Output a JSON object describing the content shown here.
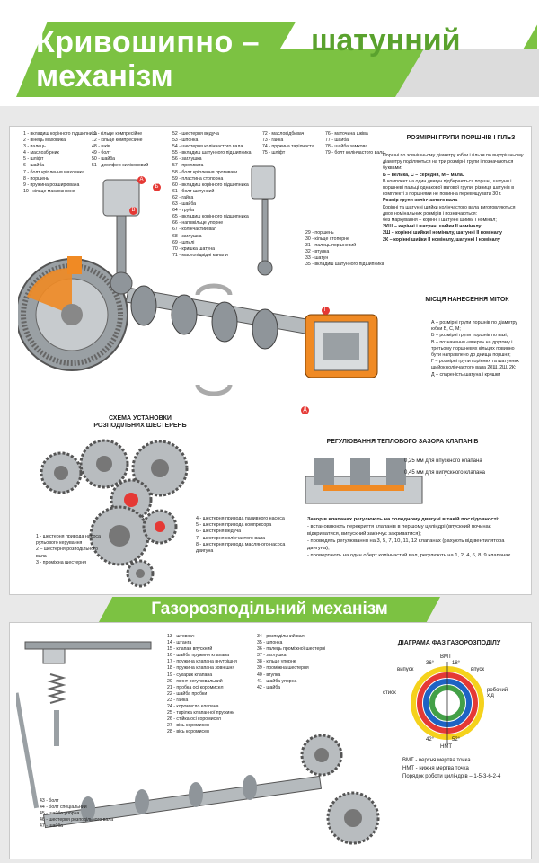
{
  "header": {
    "title_part1": "Кривошипно –",
    "title_part2": "шатунний",
    "title_part3": "механізм"
  },
  "section2_title": "Газорозподільний механізм",
  "crank_legend": {
    "col1": [
      "1 - вкладиш корінного підшипника",
      "2 - вінець маховика",
      "3 - палець",
      "4 - маслозбірник",
      "5 - шліфт",
      "6 - шайба",
      "7 - болт кріплення маховика",
      "8 - поршень",
      "9 - пружина розширювача",
      "10 - кільце маслознімне"
    ],
    "col2": [
      "11 - кільце компресійне",
      "12 - кільце компресійне",
      "48 - шків",
      "49 - болт",
      "50 - шайба",
      "51 - демпфер силіконовий"
    ],
    "col3": [
      "52 - шестерня ведуча",
      "53 - шпонка",
      "54 - шестерня колінчастого вала",
      "55 - вкладиш шатунного підшипника",
      "56 - заглушка",
      "57 - противага",
      "58 - болт кріплення противаги",
      "59 - пластина стопорна",
      "60 - вкладиш корінного підшипника",
      "61 - болт шатунний",
      "62 - гайка",
      "63 - шайба",
      "64 - труба",
      "65 - вкладиш корінного підшипника",
      "66 - напівкільце упорне",
      "67 - колінчастий вал",
      "68 - заглушка",
      "69 - шпилі",
      "70 - кришка шатуна",
      "71 - маслопідвідні канали"
    ],
    "col4": [
      "72 - масловідбивач",
      "73 - гайка",
      "74 - пружина тарілчаста",
      "75 - шліфт"
    ],
    "col5": [
      "76 - маточина шківа",
      "77 - шайба",
      "78 - шайба замкова",
      "79 - болт колінчастого вала"
    ]
  },
  "piston_legend": [
    "29 - поршень",
    "30 - кільце стопорне",
    "31 - палець поршневий",
    "32 - втулка",
    "33 - шатун",
    "35 - вкладиш шатунного підшипника"
  ],
  "sizes": {
    "title": "РОЗМІРНІ ГРУПИ ПОРШНІВ І ГІЛЬЗ",
    "lines": [
      {
        "t": "Поршні по зовнішньому діаметру юбки і гільзи по внутрішньому діаметру поділяються на три розмірні групи і позначаються буквами:",
        "b": false
      },
      {
        "t": "Б – велика, С – середня, М – мала.",
        "b": false
      },
      {
        "t": "В комплект на один двигун підбираються поршні, шатуни і поршневі пальці однакової вагової групи, різниця шатунів в комплекті з поршнями не повинна перевищувати 30 г.",
        "b": false
      },
      {
        "t": "Розмір групи колінчастого вала",
        "b": true
      },
      {
        "t": "Корінні та шатунні шийки колінчастого вала виготовляються двох номінальних розмірів і позначаються:",
        "b": false
      },
      {
        "t": "без маркування – корінні і шатунні шийки І номінал;",
        "b": false
      },
      {
        "t": "2КШ – корінні і шатунні шийки ІІ номіналу;",
        "b": false
      },
      {
        "t": "2Ш – корінні шийки І номіналу, шатунні ІІ номіналу",
        "b": false
      },
      {
        "t": "2К – корінні шийки ІІ номіналу, шатунні І номіналу",
        "b": false
      }
    ]
  },
  "marks": {
    "title": "МІСЦЯ НАНЕСЕННЯ МІТОК",
    "lines": [
      "А – розмірні групи поршнів по діаметру юбки Б, С, М;",
      "Б – розмірні групи поршнів по вазі;",
      "В – позначення «вверх» на другому і третьому поршневих кільцях повинно бути направлено до днища поршня;",
      "Г – розмірні групи корінних та шатунних шийок колінчастого вала 2КШ, 2Ш, 2К;",
      "Д – спареність шатуна і кришки"
    ]
  },
  "gears": {
    "title": "СХЕМА УСТАНОВКИ РОЗПОДІЛЬНИХ ШЕСТЕРЕНЬ",
    "left_lines": [
      "1 - шестерня привода насоса рульового керування",
      "2 – шестерня розподільного вала",
      "3 - проміжна шестерня"
    ],
    "right_lines": [
      "4 - шестерня привода паливного насоса",
      "5 - шестерня привода компресора",
      "6 - шестерня ведуча",
      "7 - шестерня колінчастого вала",
      "8 - шестерня привода масляного насоса двигуна"
    ]
  },
  "valves": {
    "title": "РЕГУЛЮВАННЯ ТЕПЛОВОГО ЗАЗОРА КЛАПАНІВ",
    "gap1": "0,25 мм для впускного клапана",
    "gap2": "0,45 мм для випускного клапана",
    "seq_title": "Зазор в клапанах регулюють на холодному двигуні в такій послідовності:",
    "seq": [
      "- встановлюють перекриття клапанів в першому циліндрі (впускний починає відкриватися, випускний закінчує закриватися);",
      "- проводять регулювання на 3, 5, 7, 10, 11, 12 клапанах (рахують від вентилятора двигуна);",
      "- провертають на один оберт колінчастий вал, регулюють на 1, 2, 4, 6, 8, 9 клапанах"
    ]
  },
  "gdm_legend": {
    "col1": [
      "13 - штовхач",
      "14 - штанга",
      "15 - клапан впускний",
      "16 - шайба пружини клапана",
      "17 - пружина клапана внутрішня",
      "18 - пружина клапана зовнішня",
      "19 - сухарик клапана",
      "20 - гвинт регулювальний",
      "21 - пробка осі коромисел",
      "22 - шайба пробки",
      "23 - гайка",
      "24 - коромисло клапана",
      "25 - тарілка клапанної пружини",
      "26 - стійка осі коромисел",
      "27 - вісь коромисел",
      "28 - вісь коромисел"
    ],
    "col2": [
      "34 - розподільний вал",
      "35 - шпонка",
      "36 - палець проміжної шестерні",
      "37 - заглушка",
      "38 - кільце упорне",
      "39 - проміжна шестерня",
      "40 - втулка",
      "41 - шайба упорна",
      "42 - шайба"
    ],
    "col3": [
      "43 - болт",
      "44 - болт спеціальний",
      "45 - шайба упорна",
      "46 - шестерня розподільного вала",
      "47 - шайба"
    ]
  },
  "diagram": {
    "title": "ДІАГРАМА ФАЗ ГАЗОРОЗПОДІЛУ",
    "labels": {
      "vmt": "ВМТ",
      "nmt": "НМТ",
      "vpusk": "впуск",
      "vypusk": "випуск",
      "stysk": "стиск",
      "robochyi": "робочий хід",
      "a1": "36°",
      "a2": "18°",
      "a3": "42°",
      "a4": "52°"
    },
    "legend": [
      "ВМТ - верхня мертва точка",
      "НМТ - нижня мертва точка",
      "Порядок роботи циліндрів – 1-5-3-6-2-4"
    ],
    "colors": {
      "yellow": "#f5d21c",
      "red": "#e53935",
      "blue": "#1e63c4",
      "green": "#43a047"
    }
  }
}
